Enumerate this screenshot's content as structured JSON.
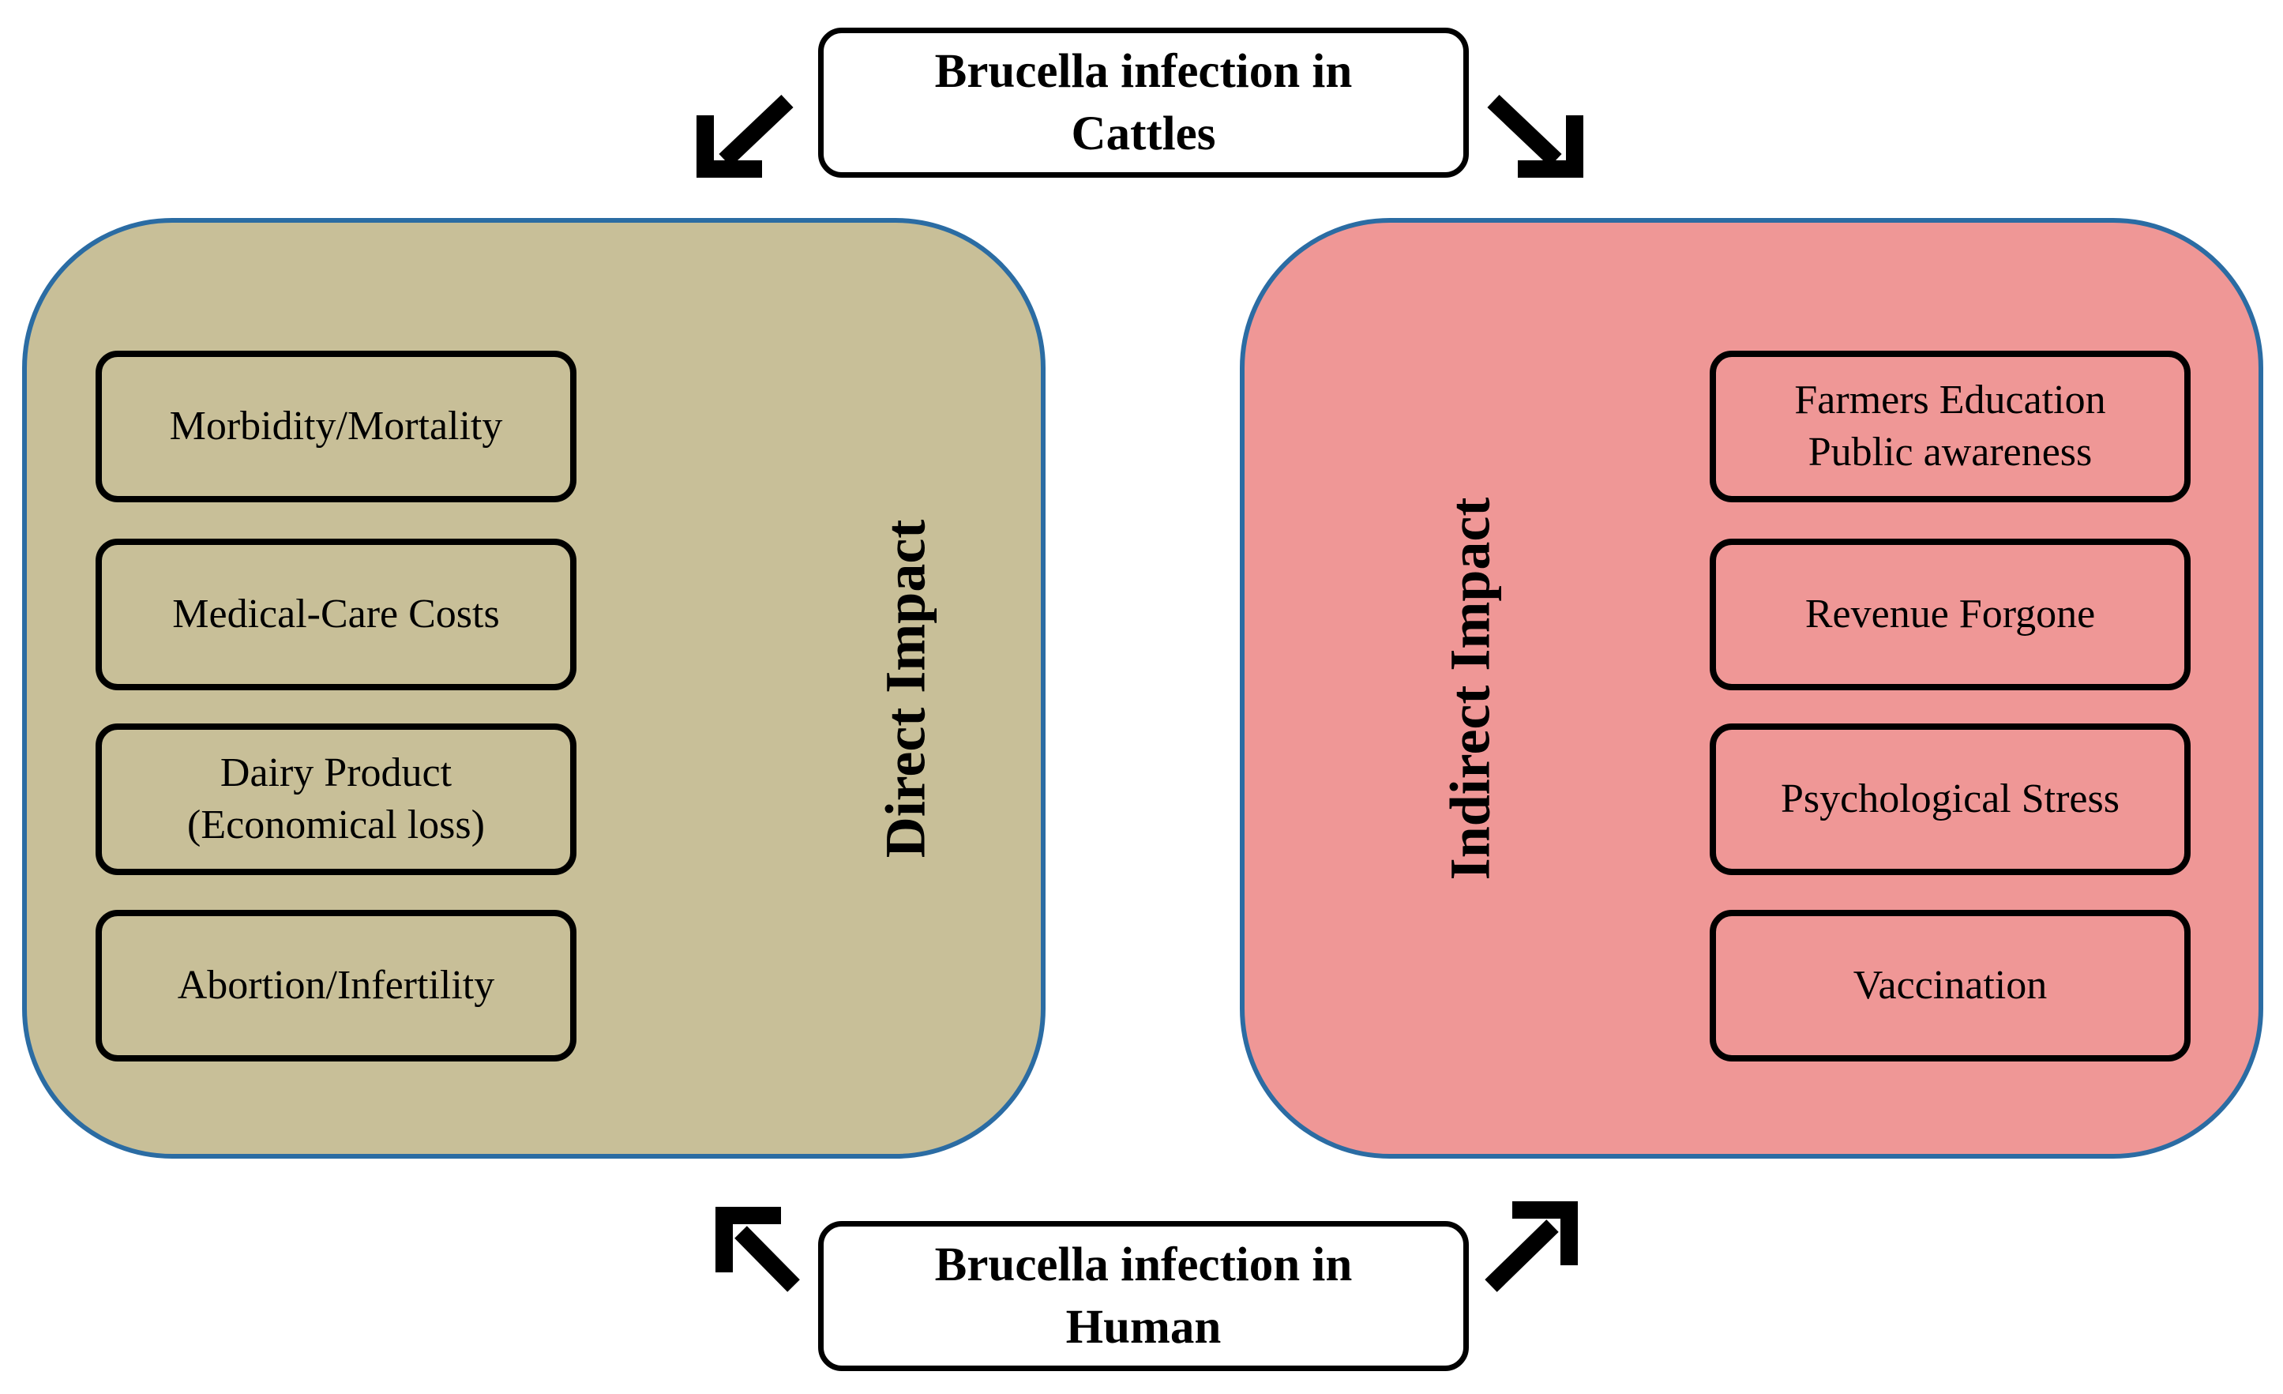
{
  "top_source": {
    "label": "Brucella infection in\nCattles"
  },
  "bottom_source": {
    "label": "Brucella infection in\nHuman"
  },
  "direct_panel": {
    "title": "Direct Impact",
    "color": "#c8bf98",
    "items": [
      "Morbidity/Mortality",
      "Medical-Care Costs",
      "Dairy Product\n(Economical loss)",
      "Abortion/Infertility"
    ]
  },
  "indirect_panel": {
    "title": "Indirect Impact",
    "color": "#ef9796",
    "items": [
      "Farmers Education\nPublic awareness",
      "Revenue Forgone",
      "Psychological Stress",
      "Vaccination"
    ]
  },
  "colors": {
    "panel_border": "#2b6ca3",
    "box_border": "#000000",
    "arrow": "#000000"
  }
}
